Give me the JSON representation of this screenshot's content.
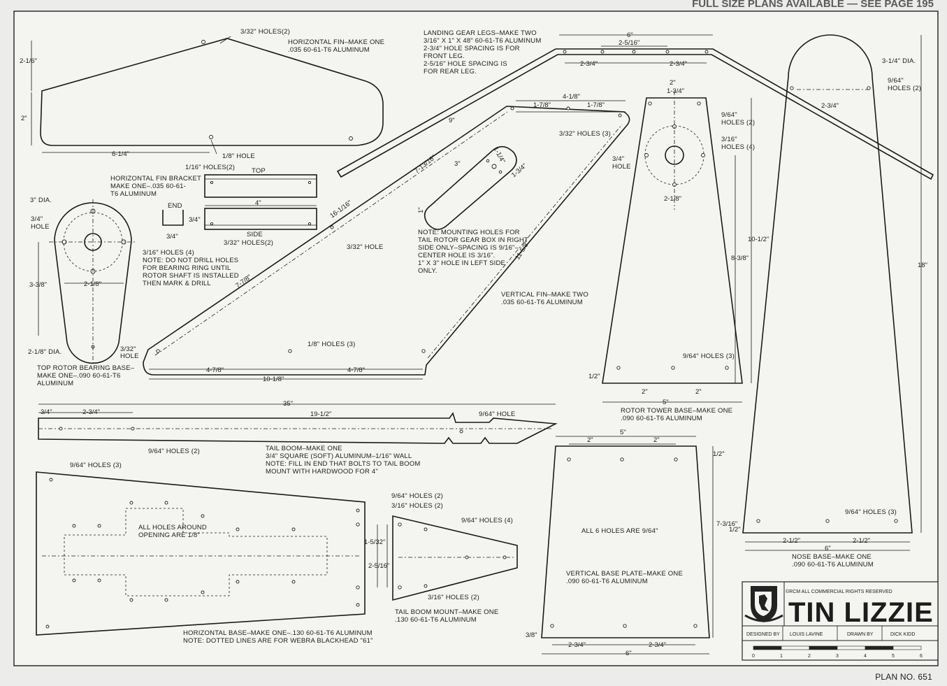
{
  "banner": "FULL SIZE PLANS AVAILABLE — SEE PAGE 195",
  "labels": {
    "h_fin_holes": "3/32\" HOLES(2)",
    "h_fin_title": "HORIZONTAL FIN–MAKE ONE",
    "h_fin_mat": ".035 60-61-T6 ALUMINUM",
    "h_fin_hole": "1/8\" HOLE",
    "lg_1": "LANDING GEAR LEGS–MAKE TWO",
    "lg_2": "3/16\" X 1\" X 48\" 60-61-T6 ALUMINUM",
    "lg_3": "2-3/4\" HOLE SPACING IS FOR",
    "lg_4": "FRONT LEG.",
    "lg_5": "2-5/16\" HOLE SPACING IS",
    "lg_6": "FOR REAR LEG.",
    "fb_holes": "1/16\" HOLES(2)",
    "fb_1": "HORIZONTAL FIN BRACKET",
    "fb_2": "MAKE ONE–.035 60-61-",
    "fb_3": "T6 ALUMINUM",
    "fb_top": "TOP",
    "fb_end": "END",
    "fb_side": "SIDE",
    "fb_holes2": "3/32\" HOLES(2)",
    "rb_dia": "3\" DIA.",
    "rb_hole": "3/4\"",
    "rb_hole2": "HOLE",
    "rb_h316": "3/16\" HOLES (4)",
    "rb_n1": "NOTE: DO NOT DRILL HOLES",
    "rb_n2": "FOR BEARING RING UNTIL",
    "rb_n3": "ROTOR SHAFT IS INSTALLED",
    "rb_n4": "THEN MARK & DRILL",
    "rb_dia2": "2-1/8\" DIA.",
    "rb_332": "3/32\"",
    "rb_332b": "HOLE",
    "rb_t1": "TOP ROTOR BEARING BASE–",
    "rb_t2": "MAKE ONE–.090 60-61-T6",
    "rb_t3": "ALUMINUM",
    "vf_332": "3/32\" HOLES (3)",
    "vf_332b": "3/32\" HOLE",
    "vf_18": "1/8\" HOLES (3)",
    "vf_n1": "NOTE: MOUNTING HOLES FOR",
    "vf_n2": "TAIL ROTOR GEAR BOX IN RIGHT",
    "vf_n3": "SIDE ONLY–SPACING IS 9/16\"–",
    "vf_n4": "CENTER HOLE IS 3/16\".",
    "vf_n5": "1\" X 3\" HOLE IN LEFT SIDE",
    "vf_n6": "ONLY.",
    "vf_t1": "VERTICAL FIN–MAKE TWO",
    "vf_t2": ".035 60-61-T6 ALUMINUM",
    "rt_964": "9/64\"",
    "rt_964b": "HOLES (2)",
    "rt_316": "3/16\"",
    "rt_316b": "HOLES (4)",
    "rt_34": "3/4\"",
    "rt_34b": "HOLE",
    "rt_9643": "9/64\" HOLES (3)",
    "rt_t1": "ROTOR TOWER BASE–MAKE ONE",
    "rt_t2": ".090 60-61-T6 ALUMINUM",
    "nb_dia": "3-1/4\" DIA.",
    "nb_964": "9/64\"",
    "nb_964b": "HOLES (2)",
    "nb_9643": "9/64\" HOLES (3)",
    "nb_t1": "NOSE BASE–MAKE ONE",
    "nb_t2": ".090 60-61-T6 ALUMINUM",
    "tb_964": "9/64\" HOLE",
    "tb_9642": "9/64\" HOLES (2)",
    "tb_t1": "TAIL BOOM–MAKE ONE",
    "tb_t2": "3/4\" SQUARE (SOFT) ALUMINUM–1/16\" WALL",
    "tb_t3": "NOTE: FILL IN END THAT BOLTS TO TAIL BOOM",
    "tb_t4": "MOUNT WITH HARDWOOD FOR 4\"",
    "hb_9643": "9/64\" HOLES (3)",
    "hb_964": "9/64\" HOLES (2)",
    "hb_316": "3/16\" HOLES (2)",
    "hb_all1": "ALL HOLES AROUND",
    "hb_all2": "OPENING ARE 1/8\"",
    "hb_t1": "HORIZONTAL BASE–MAKE ONE–.130 60-61-T6 ALUMINUM",
    "hb_t2": "NOTE: DOTTED LINES ARE FOR WEBRA BLACKHEAD \"61\"",
    "tm_9644": "9/64\" HOLES (4)",
    "tm_3162": "3/16\" HOLES (2)",
    "tm_t1": "TAIL BOOM MOUNT–MAKE ONE",
    "tm_t2": ".130 60-61-T6 ALUMINUM",
    "vb_all": "ALL 6 HOLES ARE 9/64\"",
    "vb_t1": "VERTICAL BASE PLATE–MAKE ONE",
    "vb_t2": ".090 60-61-T6 ALUMINUM"
  },
  "dims": {
    "d_2_16": "2-1/6\"",
    "d_2": "2\"",
    "d_6_14": "6-1/4\"",
    "d_6": "6\"",
    "d_2_516": "2-5/16\"",
    "d_2_34a": "2-3/4\"",
    "d_2_34b": "2-3/4\"",
    "d_9": "9\"",
    "d_4_18": "4-1/8\"",
    "d_1_78a": "1-7/8\"",
    "d_1_78b": "1-7/8\"",
    "d_7_1316": "7-13/16\"",
    "d_3": "3\"",
    "d_1_14": "1-1/4\"",
    "d_1_34": "1-3/4\"",
    "d_1": "1\"",
    "d_16_116": "16-1/16\"",
    "d_11_58": "11-5/8\"",
    "d_7_78": "7-7/8\"",
    "d_4_78a": "4-7/8\"",
    "d_4_78b": "4-7/8\"",
    "d_10_18": "10-1/8\"",
    "fb_4": "4\"",
    "fb_34a": "3/4\"",
    "fb_34b": "3/4\"",
    "rb_3_38": "3-3/8\"",
    "rb_2_18": "2-1/8\"",
    "rt_2": "2\"",
    "rt_1_34": "1-3/4\"",
    "rt_2_18": "2-1/8\"",
    "rt_10_12": "10-1/2\"",
    "rt_8_38": "8-3/8\"",
    "rt_12": "1/2\"",
    "rt_2a": "2\"",
    "rt_2b": "2\"",
    "rt_5": "5\"",
    "nb_2_34": "2-3/4\"",
    "nb_18": "18\"",
    "nb_12": "1/2\"",
    "nb_2_12a": "2-1/2\"",
    "nb_2_12b": "2-1/2\"",
    "nb_6": "6\"",
    "tb_34": "3/4\"",
    "tb_2_34": "2-3/4\"",
    "tb_35": "35\"",
    "tb_19_12": "19-1/2\"",
    "tm_1_532": "1-5/32\"",
    "tm_2_516": "2-5/16\"",
    "vb_2a": "2\"",
    "vb_5": "5\"",
    "vb_2b": "2\"",
    "vb_12": "1/2\"",
    "vb_7_316": "7-3/16\"",
    "vb_38": "3/8\"",
    "vb_2_34a": "2-3/4\"",
    "vb_2_34b": "2-3/4\"",
    "vb_6": "6\""
  },
  "title_block": {
    "copyright": "©RCM ALL COMMERCIAL RIGHTS RESERVED",
    "name": "TIN LIZZIE",
    "designed_by_label": "DESIGNED BY",
    "designer": "LOUIS LAVINE",
    "drawn_by_label": "DRAWN BY",
    "drafter": "DICK KIDD",
    "scale_ticks": [
      "0",
      "1",
      "2",
      "3",
      "4",
      "5",
      "6"
    ],
    "plan_no": "PLAN NO. 651"
  }
}
